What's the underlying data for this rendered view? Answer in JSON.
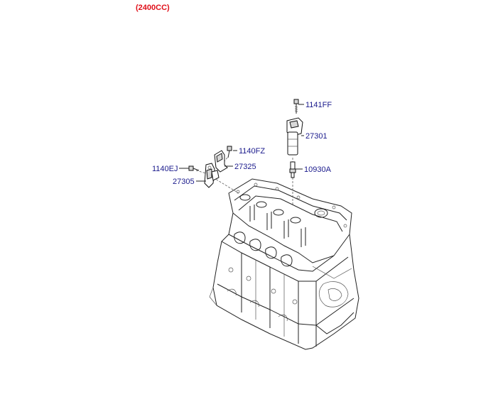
{
  "header": {
    "engine_variant": "(2400CC)"
  },
  "colors": {
    "title": "#e0101a",
    "part_label": "#1a1a8c",
    "line_art": "#222222"
  },
  "parts": [
    {
      "id": "1141FF",
      "label": "1141FF",
      "description_icon": "bolt-icon"
    },
    {
      "id": "27301",
      "label": "27301",
      "description_icon": "ignition-coil-icon"
    },
    {
      "id": "1140FZ",
      "label": "1140FZ",
      "description_icon": "bolt-icon"
    },
    {
      "id": "27325",
      "label": "27325",
      "description_icon": "bracket-icon"
    },
    {
      "id": "1140EJ",
      "label": "1140EJ",
      "description_icon": "bolt-icon"
    },
    {
      "id": "10930A",
      "label": "10930A",
      "description_icon": "spark-plug-icon"
    },
    {
      "id": "27305",
      "label": "27305",
      "description_icon": "bracket-icon"
    }
  ]
}
